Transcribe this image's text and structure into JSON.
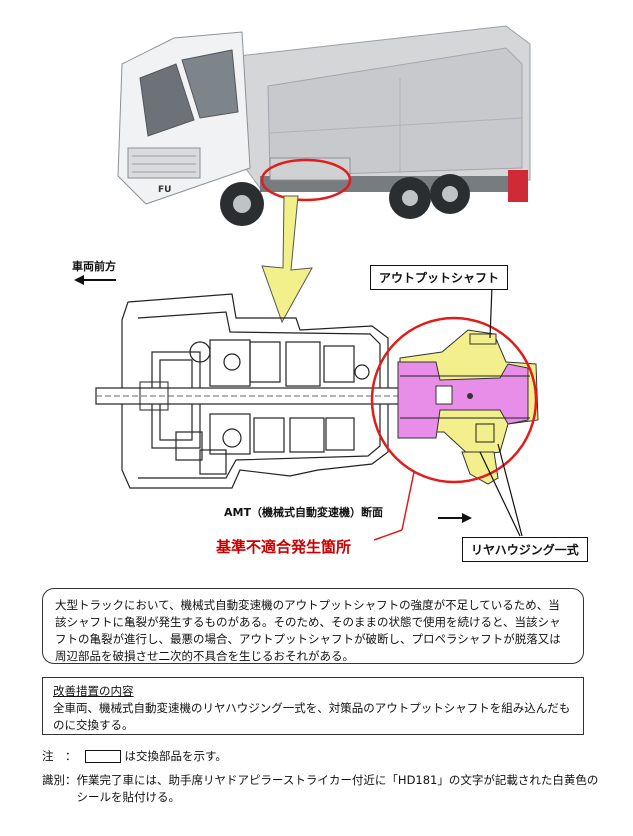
{
  "diagram": {
    "direction_label": "車両前方",
    "output_shaft_label": "アウトプットシャフト",
    "rear_housing_label": "リヤハウジング一式",
    "section_caption": "AMT（機械式自動変速機）断面",
    "defect_location_label": "基準不適合発生箇所",
    "truck_badge": "FU"
  },
  "problem": {
    "text": "大型トラックにおいて、機械式自動変速機のアウトプットシャフトの強度が不足しているため、当該シャフトに亀裂が発生するものがある。そのため、そのままの状態で使用を続けると、当該シャフトの亀裂が進行し、最悪の場合、アウトプットシャフトが破断し、プロペラシャフトが脱落又は周辺部品を破損させ二次的不具合を生じるおそれがある。"
  },
  "improvement": {
    "title": "改善措置の内容",
    "text": "全車両、機械式自動変速機のリヤハウジング一式を、対策品のアウトプットシャフトを組み込んだものに交換する。"
  },
  "notes": {
    "note_label": "注　：",
    "note_text": "は交換部品を示す。",
    "id_label": "識別：",
    "id_text": "作業完了車には、助手席リヤドアピラーストライカー付近に「HD181」の文字が記載された白黄色のシールを貼付ける。"
  },
  "colors": {
    "highlight_pink": "#e88ee8",
    "highlight_yellow": "#f3ef8c",
    "circle_red": "#e21b1b",
    "arrow_yellow": "#f2f08a"
  }
}
